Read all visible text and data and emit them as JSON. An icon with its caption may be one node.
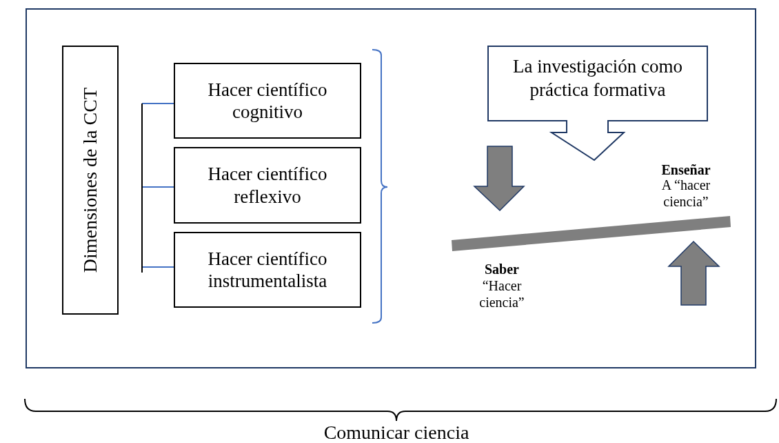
{
  "diagram": {
    "nodes": [
      {
        "text": [],
        "shape": "box"
      },
      {
        "text": [
          "Dimensiones de la CCT"
        ],
        "in": 0
      },
      {
        "text": [
          "Hacer científico cognitivo"
        ],
        "in": 0
      },
      {
        "text": [
          "Hacer científico reflexivo"
        ],
        "in": 0
      },
      {
        "text": [
          "Hacer científico instrumentalista"
        ],
        "in": 0
      },
      {
        "text": [
          "La investigación como práctica formativa"
        ],
        "in": 0
      }
    ],
    "edges": [
      {
        "from": null,
        "to": 2,
        "arrow": "none"
      },
      {
        "from": null,
        "to": 3,
        "arrow": "none"
      },
      {
        "from": null,
        "to": 4,
        "arrow": "none"
      }
    ],
    "labels": [
      "Enseñar",
      "A “hacer ciencia”",
      "Saber",
      "“Hacer ciencia”",
      "Comunicar ciencia"
    ]
  }
}
